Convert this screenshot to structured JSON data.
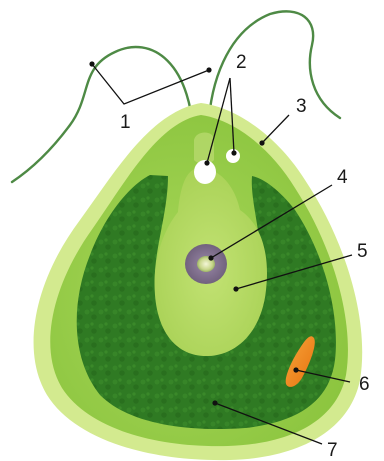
{
  "colors": {
    "outer_membrane": "#d3ea8f",
    "cell_body": "#9ed14c",
    "chloroplast": "#2f7a23",
    "chloroplast_texture": "#3c8e2d",
    "cytoplasm_core": "#b6db62",
    "nucleus": "#7e6e8a",
    "nucleolus": "#d8dfa7",
    "vacuole": "#ffffff",
    "eyespot": "#f28a1b",
    "flagellum": "#4e8a45"
  },
  "labels": [
    {
      "id": "1",
      "text": "1"
    },
    {
      "id": "2",
      "text": "2"
    },
    {
      "id": "3",
      "text": "3"
    },
    {
      "id": "4",
      "text": "4"
    },
    {
      "id": "5",
      "text": "5"
    },
    {
      "id": "6",
      "text": "6"
    },
    {
      "id": "7",
      "text": "7"
    }
  ]
}
